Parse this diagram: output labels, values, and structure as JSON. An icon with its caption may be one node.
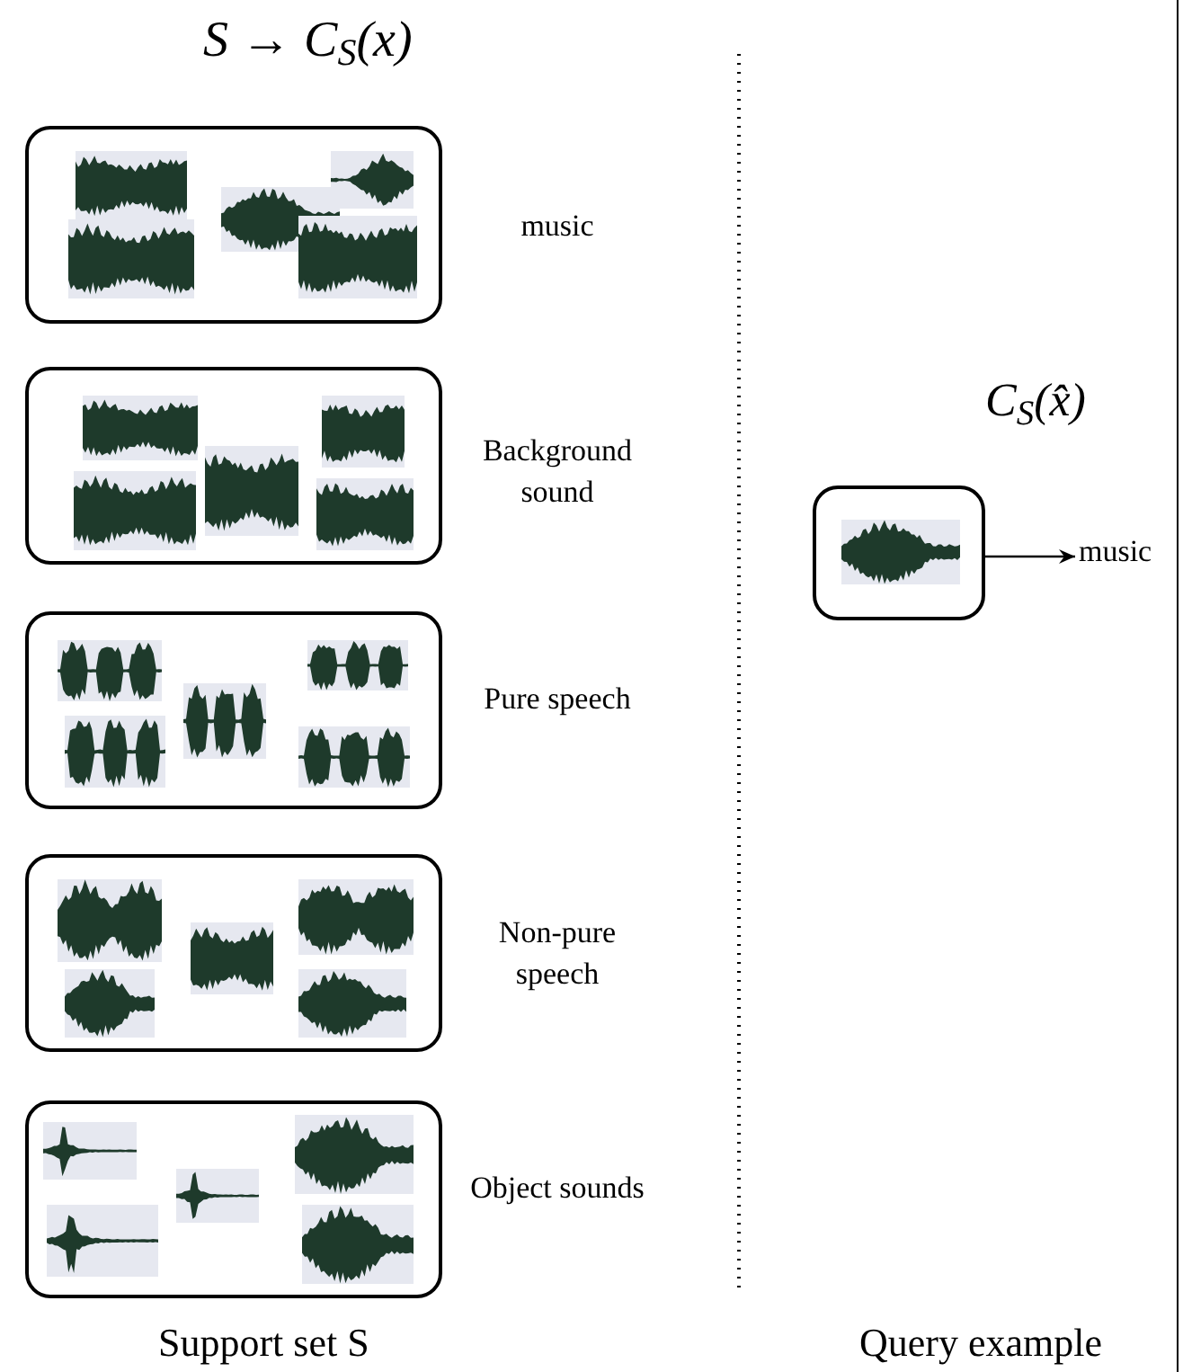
{
  "diagram": {
    "nodes": [
      {
        "text": [],
        "shape": "box",
        "beside": [
          "music"
        ]
      },
      {
        "text": [],
        "shape": "box",
        "beside": [
          "Background sound"
        ]
      },
      {
        "text": [],
        "shape": "box",
        "beside": [
          "Pure speech"
        ]
      },
      {
        "text": [],
        "shape": "box",
        "beside": [
          "Non-pure speech"
        ]
      },
      {
        "text": [],
        "shape": "box",
        "beside": [
          "Object sounds"
        ]
      },
      {
        "text": [],
        "shape": "box"
      },
      {
        "text": [
          "music"
        ]
      }
    ],
    "edges": [
      {
        "from": 5,
        "to": 6,
        "arrow": "to"
      }
    ],
    "labels": [
      "S → C$_{S}$(x)",
      "C$_{S}$(x̂)",
      "Support set S",
      "Query example"
    ]
  }
}
